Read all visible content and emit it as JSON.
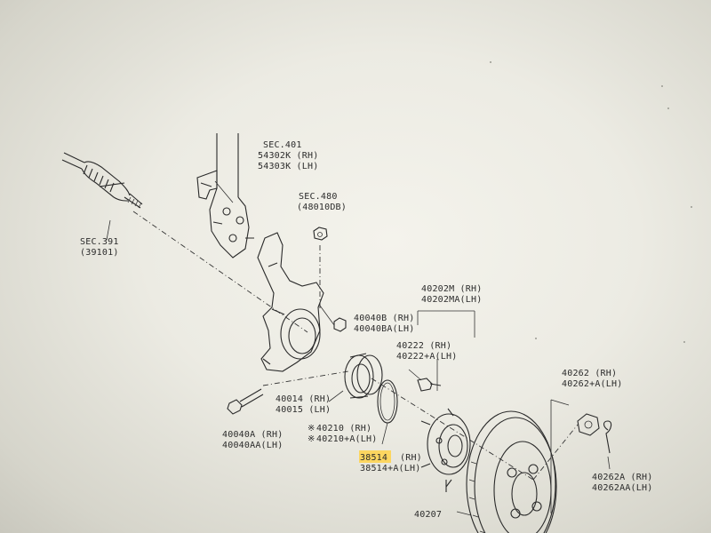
{
  "labels": {
    "sec401_ref": "SEC.401",
    "p54302k": "54302K (RH)",
    "p54303k": "54303K (LH)",
    "sec480_ref": "SEC.480",
    "p48010db": "(48010DB)",
    "sec391_ref": "SEC.391",
    "p39101": "(39101)",
    "p40040b": "40040B (RH)",
    "p40040ba": "40040BA(LH)",
    "p40202m": "40202M (RH)",
    "p40202ma": "40202MA(LH)",
    "p40222": "40222  (RH)",
    "p40222a": "40222+A(LH)",
    "p40262": "40262  (RH)",
    "p40262a": "40262+A(LH)",
    "p40014": "40014 (RH)",
    "p40015": "40015 (LH)",
    "p40210": "40210   (RH)",
    "p40210a": "40210+A(LH)",
    "p40040a": "40040A (RH)",
    "p40040aa": "40040AA(LH)",
    "p38514": "38514",
    "p38514_rh": "(RH)",
    "p38514a": "38514+A(LH)",
    "p40262a2": "40262A (RH)",
    "p40262aa": "40262AA(LH)",
    "p40207": "40207",
    "star1": "※",
    "star2": "※"
  },
  "colors": {
    "paper": "#efeee7",
    "ink": "#2b2b2b",
    "highlight": "#ffd24a"
  }
}
